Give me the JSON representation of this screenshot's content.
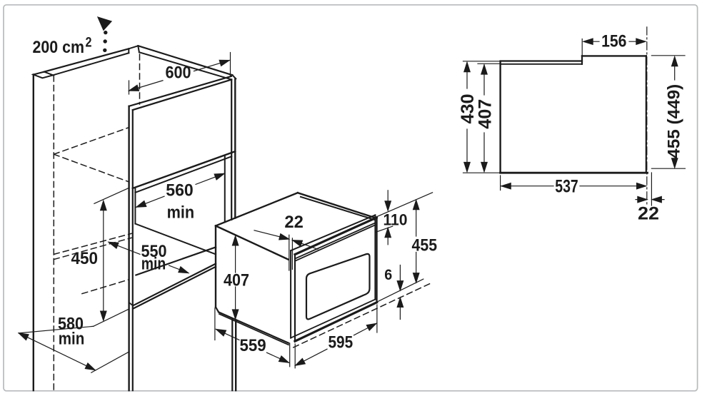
{
  "document": {
    "type": "appliance installation diagram",
    "subject": "Built-in compact oven niche and cabinet dimensions",
    "units": "mm"
  },
  "colors": {
    "ink": "#1b1b1b",
    "frame": "#b7babc",
    "background": "#ffffff"
  },
  "isometric_view": {
    "cabinet": {
      "vent_area_value": "200 cm",
      "vent_area_exponent": "2",
      "top_width": "600",
      "niche_width_value": "560",
      "niche_width_qualifier": "min",
      "niche_depth_value": "550",
      "niche_depth_qualifier": "min",
      "niche_height": "450",
      "cabinet_depth_value": "580",
      "cabinet_depth_qualifier": "min"
    },
    "oven": {
      "top_clearance": "22",
      "body_height": "407",
      "body_depth": "559",
      "front_width": "595",
      "control_panel_height": "110",
      "front_total_height": "455",
      "bottom_gap": "6"
    }
  },
  "side_view": {
    "top_recess_depth": "156",
    "niche_height": "430",
    "body_height": "407",
    "front_total_height": "455 (449)",
    "body_depth": "537",
    "door_thickness": "22"
  }
}
